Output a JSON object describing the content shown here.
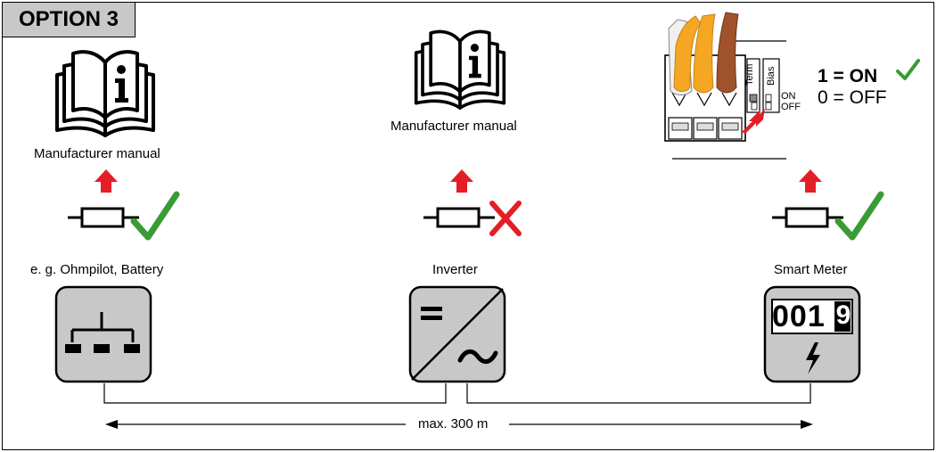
{
  "option_label": "OPTION 3",
  "manuals": {
    "left": "Manufacturer manual",
    "center": "Manufacturer manual"
  },
  "devices": {
    "left": "e. g. Ohmpilot, Battery",
    "center": "Inverter",
    "right": "Smart Meter"
  },
  "switch": {
    "term_label": "Term",
    "bias_label": "Bias",
    "on_label": "ON",
    "off_label": "OFF",
    "setting_on": "1 = ON",
    "setting_off": "0 = OFF"
  },
  "meter_digits": "001",
  "meter_rolling_digit": "9",
  "distance": "max. 300 m",
  "termination_status": {
    "left": "check",
    "center": "cross",
    "right": "check"
  },
  "colors": {
    "arrow_red": "#e41e26",
    "check_green": "#3a9b35",
    "cross_red": "#e41e26",
    "device_gray": "#c8c8c8",
    "wire_orange": "#f5a623",
    "wire_brown": "#a0522d"
  }
}
